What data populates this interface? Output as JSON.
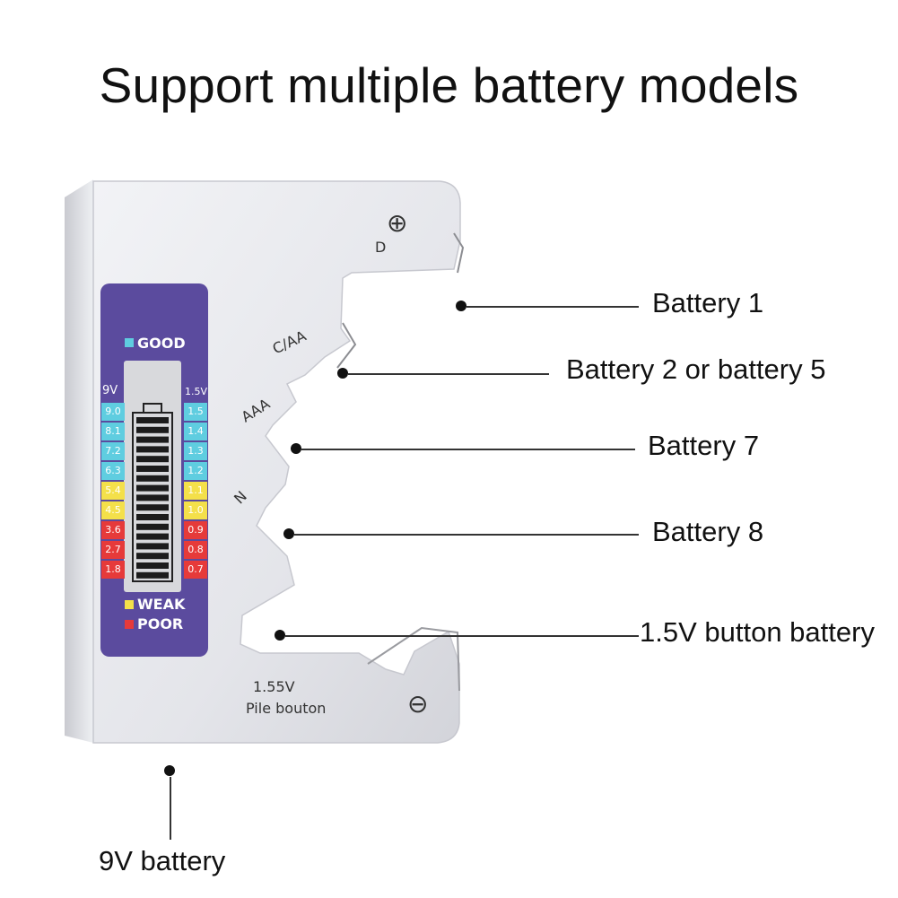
{
  "headline": "Support multiple battery models",
  "device": {
    "colors": {
      "body": "#e6e7ec",
      "panel": "#5b4b9e",
      "good": "#5fcde0",
      "weak": "#f4e04a",
      "poor": "#e63a3a",
      "lcd": "#d8d9dc"
    },
    "panel": {
      "good_label": "GOOD",
      "weak_label": "WEAK",
      "poor_label": "POOR",
      "left_header": "9V",
      "right_header": "1.5V",
      "left_scale": [
        "9.0",
        "8.1",
        "7.2",
        "6.3",
        "5.4",
        "4.5",
        "3.6",
        "2.7",
        "1.8"
      ],
      "right_scale": [
        "1.5",
        "1.4",
        "1.3",
        "1.2",
        "1.1",
        "1.0",
        "0.9",
        "0.8",
        "0.7"
      ],
      "scale_levels": [
        "good",
        "good",
        "good",
        "good",
        "weak",
        "weak",
        "poor",
        "poor",
        "poor"
      ]
    },
    "slot_labels": {
      "plus": "⊕",
      "d": "D",
      "c_aa": "C/AA",
      "aaa": "AAA",
      "n": "N",
      "button_voltage": "1.55V",
      "button_name": "Pile bouton",
      "minus": "⊖"
    }
  },
  "callouts": {
    "battery_1": "Battery 1",
    "battery_2_5": "Battery 2 or battery 5",
    "battery_7": "Battery 7",
    "battery_8": "Battery 8",
    "button": "1.5V button battery",
    "nine_volt": "9V battery"
  }
}
